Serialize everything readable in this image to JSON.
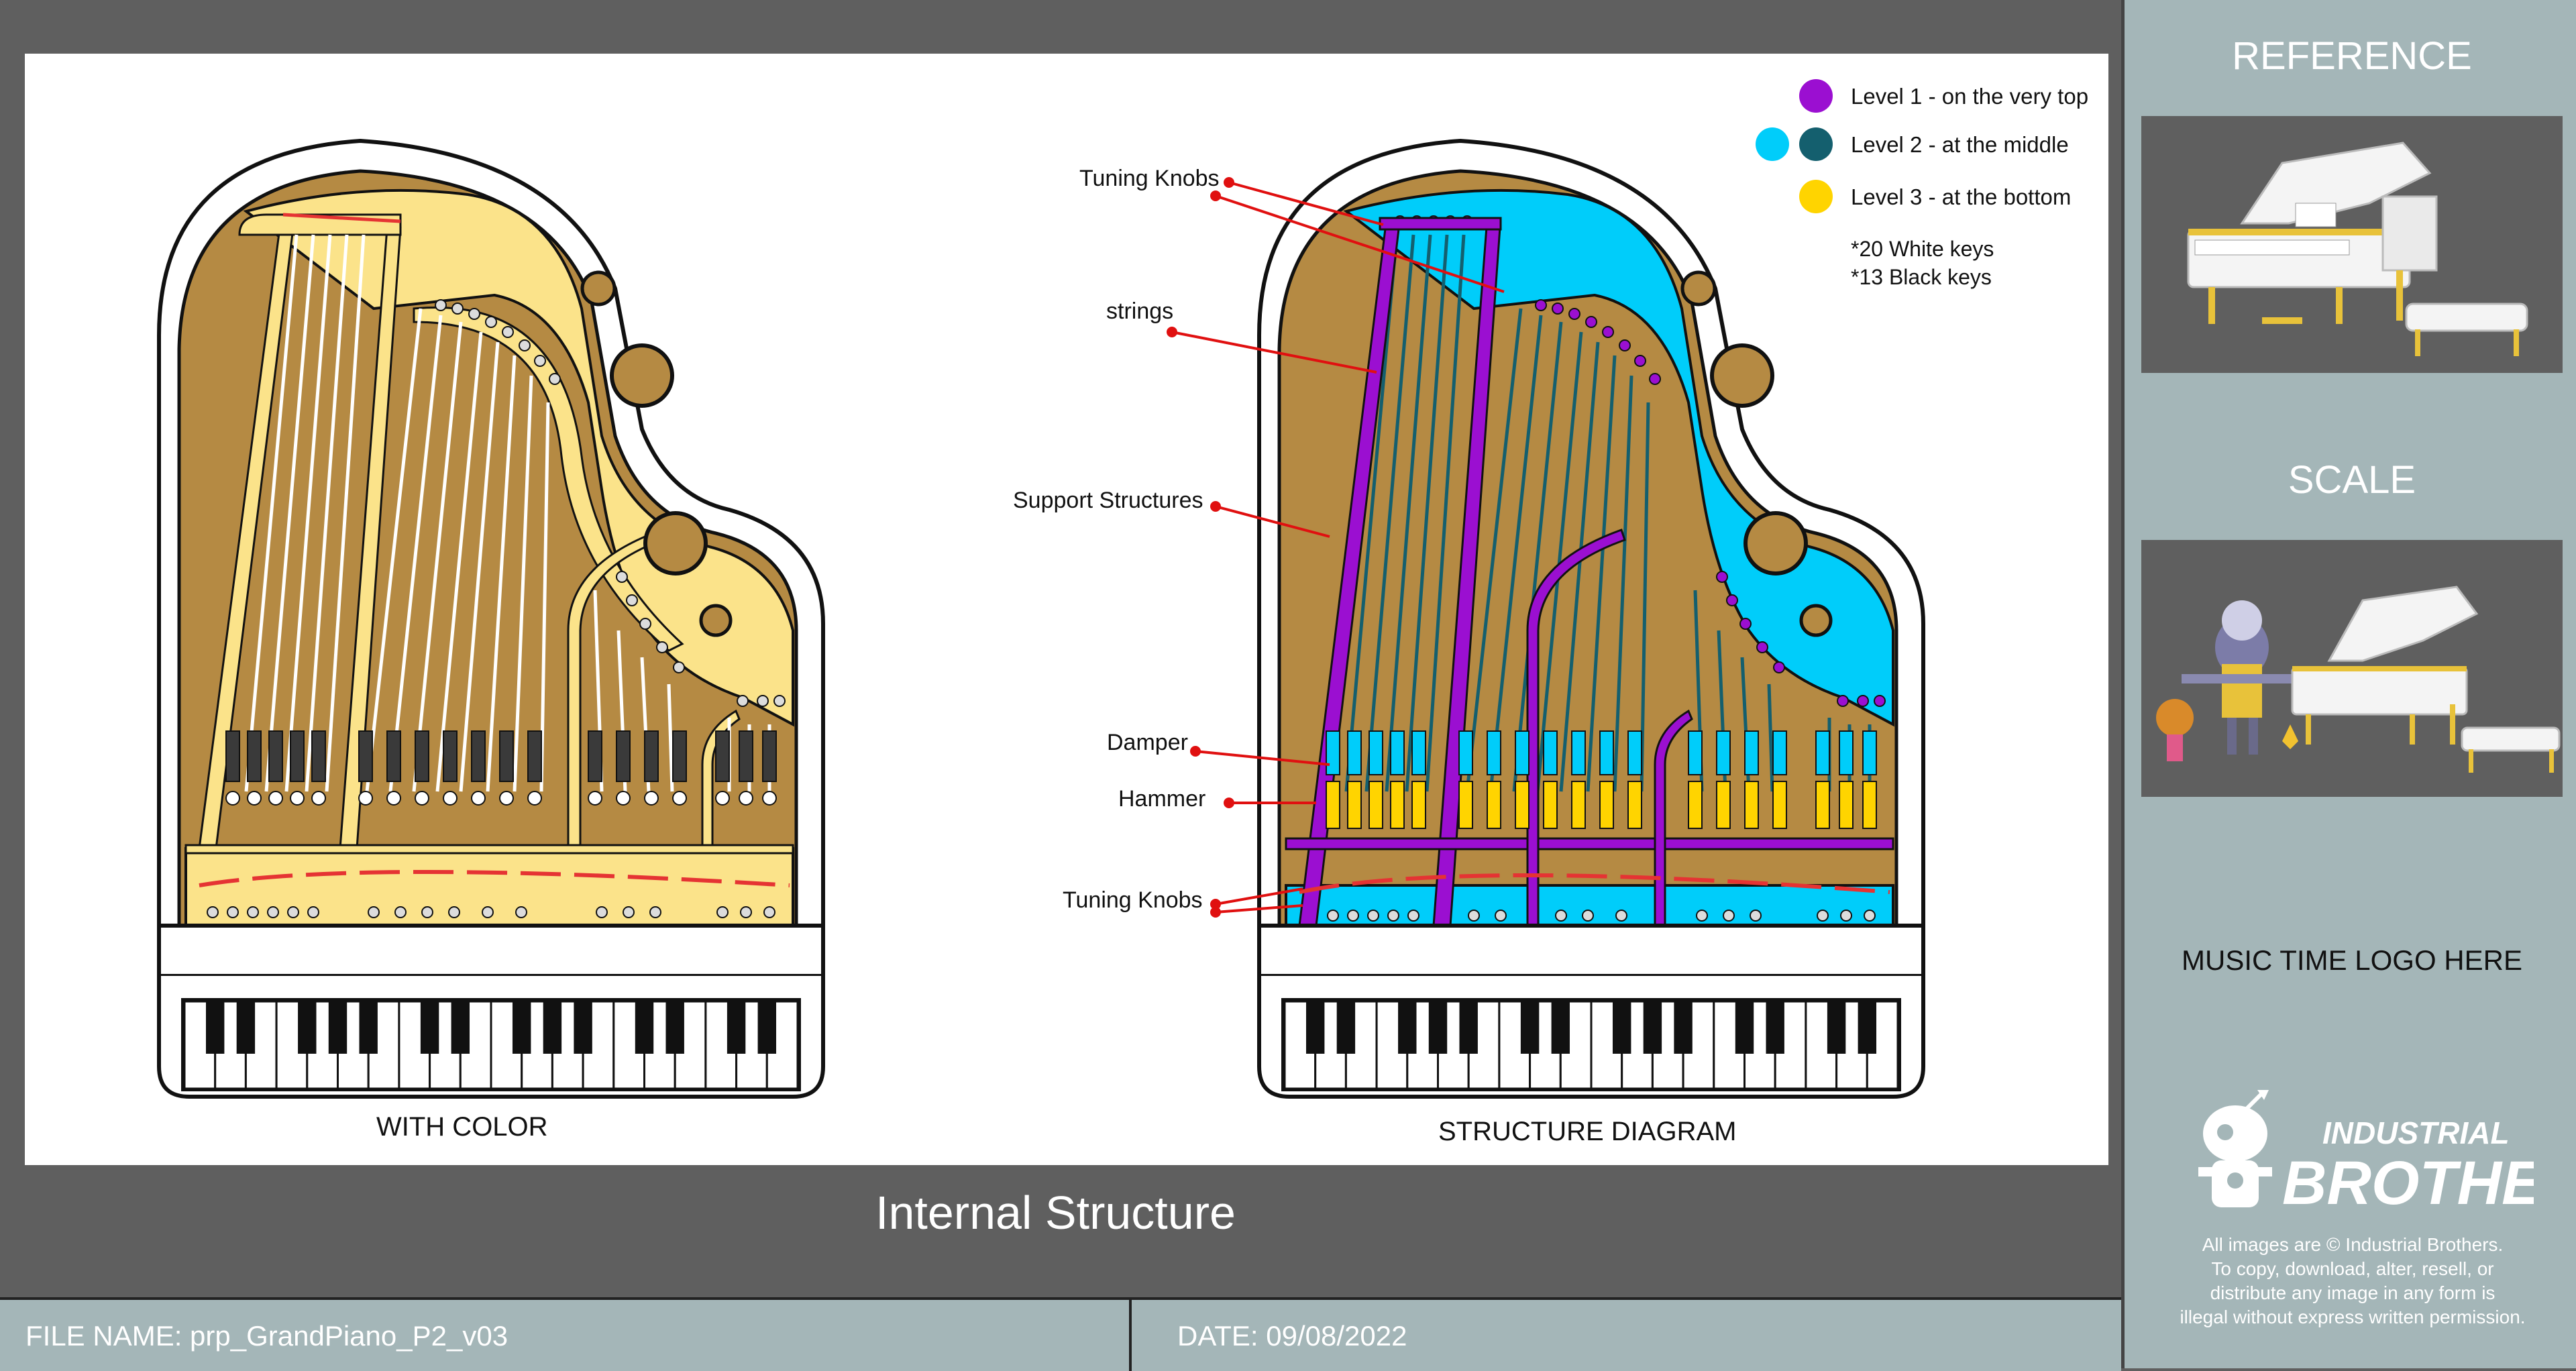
{
  "canvas": {
    "left_caption": "WITH COLOR",
    "right_caption": "STRUCTURE DIAGRAM"
  },
  "callouts": {
    "tuning_knobs_top": "Tuning Knobs",
    "strings": "strings",
    "support_structures": "Support Structures",
    "damper": "Damper",
    "hammer": "Hammer",
    "tuning_knobs_bottom": "Tuning Knobs"
  },
  "legend": {
    "level1": "Level 1 - on the very top",
    "level2": "Level 2 - at the middle",
    "level3": "Level 3 - at the bottom",
    "note_white": "*20 White keys",
    "note_black": "*13 Black keys",
    "colors": {
      "level1": "#9b0fd1",
      "level2_light": "#00cdfa",
      "level2_dark": "#145f6e",
      "level3": "#ffd400"
    }
  },
  "page_title": "Internal Structure",
  "footer": {
    "file_name": "FILE NAME: prp_GrandPiano_P2_v03",
    "date": "DATE: 09/08/2022"
  },
  "side_panel": {
    "reference_title": "REFERENCE",
    "scale_title": "SCALE",
    "logo_placeholder": "MUSIC TIME LOGO HERE",
    "brand_line1": "INDUSTRIAL",
    "brand_line2": "BROTHERS",
    "copyright_lines": [
      "All images are © Industrial Brothers.",
      "To copy, download, alter, resell, or",
      "distribute any image in any form is",
      "illegal without express written permission."
    ]
  }
}
